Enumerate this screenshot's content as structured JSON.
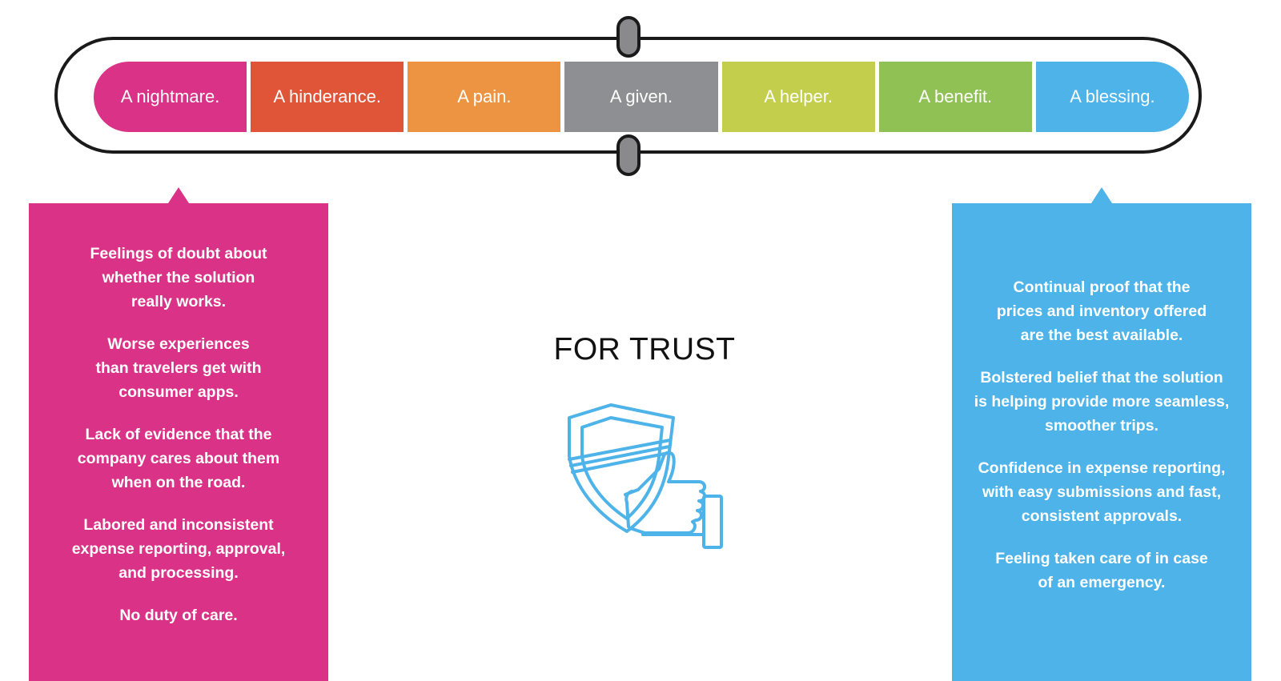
{
  "scale": {
    "segments": [
      {
        "label": "A nightmare.",
        "color": "#d93287"
      },
      {
        "label": "A hinderance.",
        "color": "#e05537"
      },
      {
        "label": "A pain.",
        "color": "#ec9441"
      },
      {
        "label": "A given.",
        "color": "#8e8f92"
      },
      {
        "label": "A helper.",
        "color": "#c3cf4c"
      },
      {
        "label": "A benefit.",
        "color": "#8fc155"
      },
      {
        "label": "A blessing.",
        "color": "#4db3e8"
      }
    ],
    "indicator_icon": "slider-knob-icon"
  },
  "center": {
    "title": "FOR TRUST",
    "icon": "shield-thumbs-up-icon",
    "icon_color": "#4db3e8"
  },
  "left_panel": {
    "color": "#d93287",
    "points": [
      "Feelings of doubt about\nwhether the solution\nreally works.",
      "Worse experiences\nthan travelers get with\nconsumer apps.",
      "Lack of evidence that the\ncompany cares about them\nwhen on the road.",
      "Labored and inconsistent\nexpense reporting, approval,\nand processing.",
      "No duty of care."
    ]
  },
  "right_panel": {
    "color": "#4db3e8",
    "points": [
      "Continual proof that the\nprices and inventory offered\nare the best available.",
      "Bolstered belief that the solution\nis helping provide more seamless,\nsmoother trips.",
      "Confidence in expense reporting,\nwith easy submissions and fast,\nconsistent approvals.",
      "Feeling taken care of in case\nof an emergency."
    ]
  }
}
